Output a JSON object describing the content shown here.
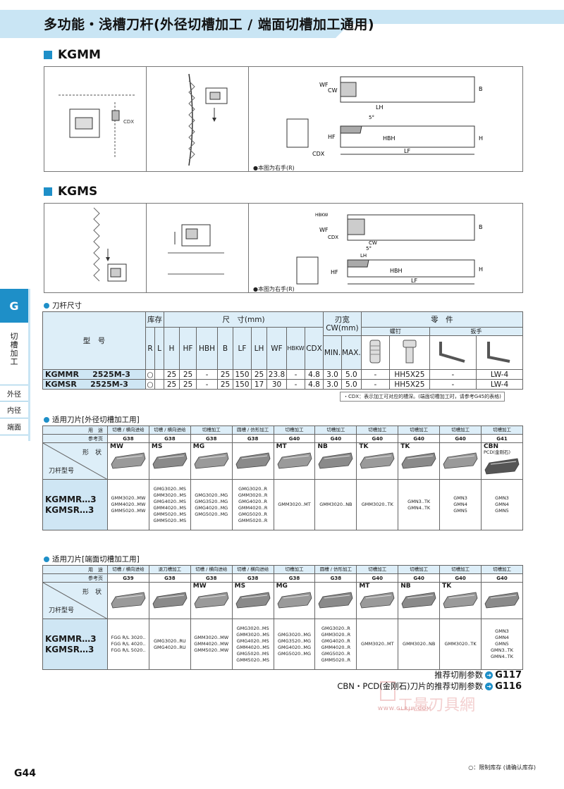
{
  "header": {
    "title": "多功能・浅槽刀杆(外径切槽加工 / 端面切槽加工通用)"
  },
  "sections": {
    "kgmm": "KGMM",
    "kgms": "KGMS"
  },
  "diagram_notes": {
    "kgmm_right_hand": "●本图为右手(R)",
    "kgms_right_hand": "●本图为右手(R)"
  },
  "diagram_labels": {
    "kgmm": [
      "WF",
      "CW",
      "B",
      "LH",
      "5°",
      "HF",
      "HBH",
      "H",
      "CDX",
      "LF"
    ],
    "kgms": [
      "HBKW",
      "WF",
      "CDX",
      "B",
      "CW",
      "5°",
      "LH",
      "HF",
      "HBH",
      "H",
      "LF"
    ]
  },
  "side": {
    "tab": "G",
    "vertical": "切\n槽\n加\n工",
    "items": [
      "外径",
      "内径",
      "端面"
    ]
  },
  "holder_dims": {
    "heading": "刀杆尺寸",
    "col_model": "型　号",
    "col_stock": "库存",
    "col_dim": "尺　寸(mm)",
    "col_cw": "刃宽\nCW(mm)",
    "col_parts": "零　件",
    "col_screw": "螺钉",
    "col_wrench": "扳手",
    "sub": [
      "R",
      "L",
      "H",
      "HF",
      "HBH",
      "B",
      "LF",
      "LH",
      "WF",
      "HBKW",
      "CDX",
      "MIN.",
      "MAX."
    ],
    "rows": [
      {
        "model": "KGMMR",
        "size": "2525M-3",
        "R": "○",
        "L": "",
        "vals": [
          "25",
          "25",
          "-",
          "25",
          "150",
          "25",
          "23.8",
          "-",
          "4.8",
          "3.0",
          "5.0"
        ],
        "parts": [
          "-",
          "HH5X25",
          "-",
          "LW-4"
        ]
      },
      {
        "model": "KGMSR",
        "size": "2525M-3",
        "R": "○",
        "L": "",
        "vals": [
          "25",
          "25",
          "-",
          "25",
          "150",
          "17",
          "30",
          "-",
          "4.8",
          "3.0",
          "5.0"
        ],
        "parts": [
          "-",
          "HH5X25",
          "-",
          "LW-4"
        ]
      }
    ],
    "footnote": "・CDX：表示加工可对应的槽深。(端面切槽加工时，请参考G45的表格)"
  },
  "ext_table": {
    "heading": "适用刀片[外径切槽加工用]",
    "label_use": "用　途",
    "label_ref": "参考页",
    "label_shape": "形　状",
    "label_holder": "刀杆型号",
    "holders": [
      "KGMMR…3",
      "KGMSR…3"
    ],
    "cols": [
      {
        "use": "切槽 / 横向进给",
        "ref": "G38",
        "shape": "MW",
        "inserts": [
          "GMM3020..MW",
          "GMM4020..MW",
          "GMM5020..MW"
        ]
      },
      {
        "use": "切槽 / 横向进给",
        "ref": "G38",
        "shape": "MS",
        "inserts": [
          "GMG3020..MS",
          "GMM3020..MS",
          "GMG4020..MS",
          "GMM4020..MS",
          "GMM5020..MS",
          "GMM5020..MS"
        ]
      },
      {
        "use": "切槽加工",
        "ref": "G38",
        "shape": "MG",
        "inserts": [
          "GMG3020..MG",
          "GMG3520..MG",
          "GMG4020..MG",
          "GMG5020..MG"
        ]
      },
      {
        "use": "圆槽 / 仿形加工",
        "ref": "G38",
        "shape": "",
        "inserts": [
          "GMG3020..R",
          "GMM3020..R",
          "GMG4020..R",
          "GMM4020..R",
          "GMG5020..R",
          "GMM5020..R"
        ]
      },
      {
        "use": "切槽加工",
        "ref": "G40",
        "shape": "MT",
        "inserts": [
          "GMM3020..MT"
        ]
      },
      {
        "use": "切槽加工",
        "ref": "G40",
        "shape": "NB",
        "inserts": [
          "GMM3020..NB"
        ]
      },
      {
        "use": "切槽加工",
        "ref": "G40",
        "shape": "TK",
        "inserts": [
          "GMM3020..TK"
        ]
      },
      {
        "use": "切槽加工",
        "ref": "G40",
        "shape": "TK",
        "inserts": [
          "GMN3..TK",
          "GMN4..TK"
        ]
      },
      {
        "use": "切槽加工",
        "ref": "G40",
        "shape": "",
        "inserts": [
          "GMN3",
          "GMN4",
          "GMN5"
        ]
      },
      {
        "use": "切槽加工",
        "ref": "G41",
        "shape": "CBN",
        "shape_sub": "PCD(金刚石)",
        "inserts": [
          "GMN3",
          "GMN4",
          "GMN5"
        ]
      }
    ]
  },
  "face_table": {
    "heading": "适用刀片[端面切槽加工用]",
    "label_use": "用　途",
    "label_ref": "参考页",
    "label_shape": "形　状",
    "label_holder": "刀杆型号",
    "holders": [
      "KGMMR…3",
      "KGMSR…3"
    ],
    "cols": [
      {
        "use": "切槽 / 横向进给",
        "ref": "G39",
        "shape": "",
        "inserts": [
          "FGG R/L 3020..",
          "FGG R/L 4020..",
          "FGG R/L 5020.."
        ]
      },
      {
        "use": "退刀槽加工",
        "ref": "G38",
        "shape": "",
        "inserts": [
          "GMG3020..RU",
          "GMG4020..RU"
        ]
      },
      {
        "use": "切槽 / 横向进给",
        "ref": "G38",
        "shape": "MW",
        "inserts": [
          "GMM3020..MW",
          "GMM4020..MW",
          "GMM5020..MW"
        ]
      },
      {
        "use": "切槽 / 横向进给",
        "ref": "G38",
        "shape": "MS",
        "inserts": [
          "GMG3020..MS",
          "GMM3020..MS",
          "GMG4020..MS",
          "GMM4020..MS",
          "GMG5020..MS",
          "GMM5020..MS"
        ]
      },
      {
        "use": "切槽加工",
        "ref": "G38",
        "shape": "MG",
        "inserts": [
          "GMG3020..MG",
          "GMG3520..MG",
          "GMG4020..MG",
          "GMG5020..MG"
        ]
      },
      {
        "use": "圆槽 / 仿形加工",
        "ref": "G38",
        "shape": "",
        "inserts": [
          "GMG3020..R",
          "GMM3020..R",
          "GMG4020..R",
          "GMM4020..R",
          "GMG5020..R",
          "GMM5020..R"
        ]
      },
      {
        "use": "切槽加工",
        "ref": "G40",
        "shape": "MT",
        "inserts": [
          "GMM3020..MT"
        ]
      },
      {
        "use": "切槽加工",
        "ref": "G40",
        "shape": "NB",
        "inserts": [
          "GMM3020..NB"
        ]
      },
      {
        "use": "切槽加工",
        "ref": "G40",
        "shape": "TK",
        "inserts": [
          "GMM3020..TK"
        ]
      },
      {
        "use": "切槽加工",
        "ref": "G40",
        "shape": "",
        "inserts": [
          "GMN3",
          "GMN4",
          "GMN5",
          "GMN3..TK",
          "GMN4..TK"
        ]
      }
    ]
  },
  "refs": [
    {
      "text": "推荐切削参数",
      "page": "G117"
    },
    {
      "text": "CBN・PCD(金刚石)刀片的推荐切削参数",
      "page": "G116"
    }
  ],
  "watermark": {
    "main": "工量刃具網",
    "url": "WWW.GLRJW.COM"
  },
  "footer": {
    "page": "G44",
    "legend": "○：限制库存 (请确认库存)"
  },
  "colors": {
    "accent": "#1e8fc8",
    "header_band": "#c9e5f4",
    "table_header": "#ddeef8"
  }
}
